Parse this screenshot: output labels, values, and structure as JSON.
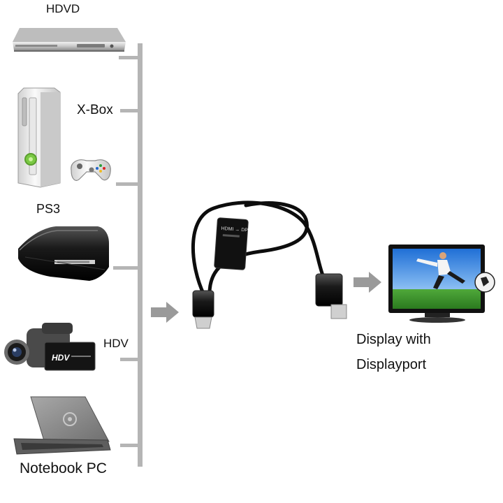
{
  "sources": [
    {
      "label": "HDVD",
      "icon": "dvd-player-icon"
    },
    {
      "label": "X-Box",
      "icon": "xbox-console-icon"
    },
    {
      "label": "PS3",
      "icon": "ps3-console-icon"
    },
    {
      "label": "HDV",
      "icon": "camcorder-icon"
    },
    {
      "label": "Notebook PC",
      "icon": "laptop-icon"
    }
  ],
  "camcorder_screen_text": "HDV",
  "cable_tag_text": "HDMI → DP",
  "target": {
    "line1": "Display with",
    "line2": "Displayport",
    "icon": "monitor-icon"
  },
  "colors": {
    "bus": "#b5b5b5",
    "arrow": "#9a9a9a",
    "cable": "#0d0d0d",
    "text": "#111111"
  }
}
